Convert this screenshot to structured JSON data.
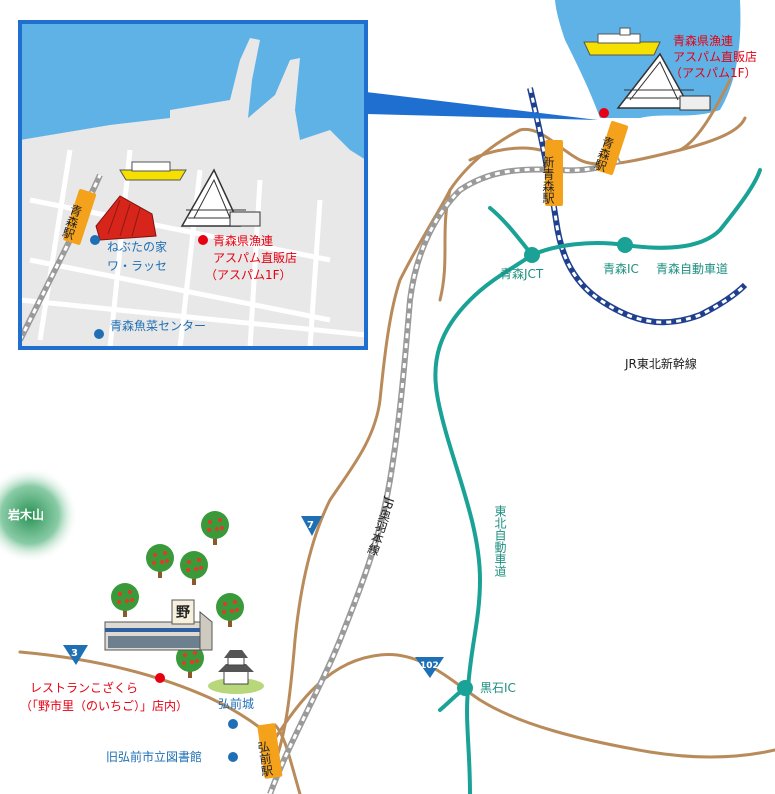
{
  "colors": {
    "sea": "#5fb2e6",
    "road": "#b98b5a",
    "expressway": "#1aa296",
    "shinkansen": "#1f3f8f",
    "station_badge": "#f4a21c",
    "inset_border": "#1f6fd1",
    "poi_red": "#e60012",
    "poi_blue": "#1f6fb5"
  },
  "inset": {
    "station": "青森駅",
    "nebuta_line1": "ねぶたの家",
    "nebuta_line2": "ワ・ラッセ",
    "aspam_line1": "青森県漁連",
    "aspam_line2": "アスパム直販店",
    "aspam_line3": "（アスパム1F）",
    "fish_center": "青森魚菜センター"
  },
  "main": {
    "aspam_line1": "青森県漁連",
    "aspam_line2": "アスパム直販店",
    "aspam_line3": "（アスパム1F）",
    "aomori_station": "青森駅",
    "shin_aomori_station": "新青森駅",
    "aomori_jct": "青森JCT",
    "aomori_ic": "青森IC",
    "aomori_expressway": "青森自動車道",
    "tohoku_shinkansen": "JR東北新幹線",
    "ou_line": "JR奥羽本線",
    "tohoku_expressway": "東北自動車道",
    "iwaki_san": "岩木山",
    "route7": "7",
    "route3": "3",
    "route102": "102",
    "kuroishi_ic": "黒石IC",
    "restaurant_line1": "レストランこざくら",
    "restaurant_line2": "（「野市里（のいちご）」店内）",
    "hirosaki_castle": "弘前城",
    "old_library": "旧弘前市立図書館",
    "hirosaki_station": "弘前駅",
    "shop_sign": "野"
  },
  "icons": [
    "ferry-icon",
    "aspam-building-icon",
    "nebuta-house-icon",
    "apple-tree-icon",
    "castle-icon",
    "shop-building-icon"
  ]
}
